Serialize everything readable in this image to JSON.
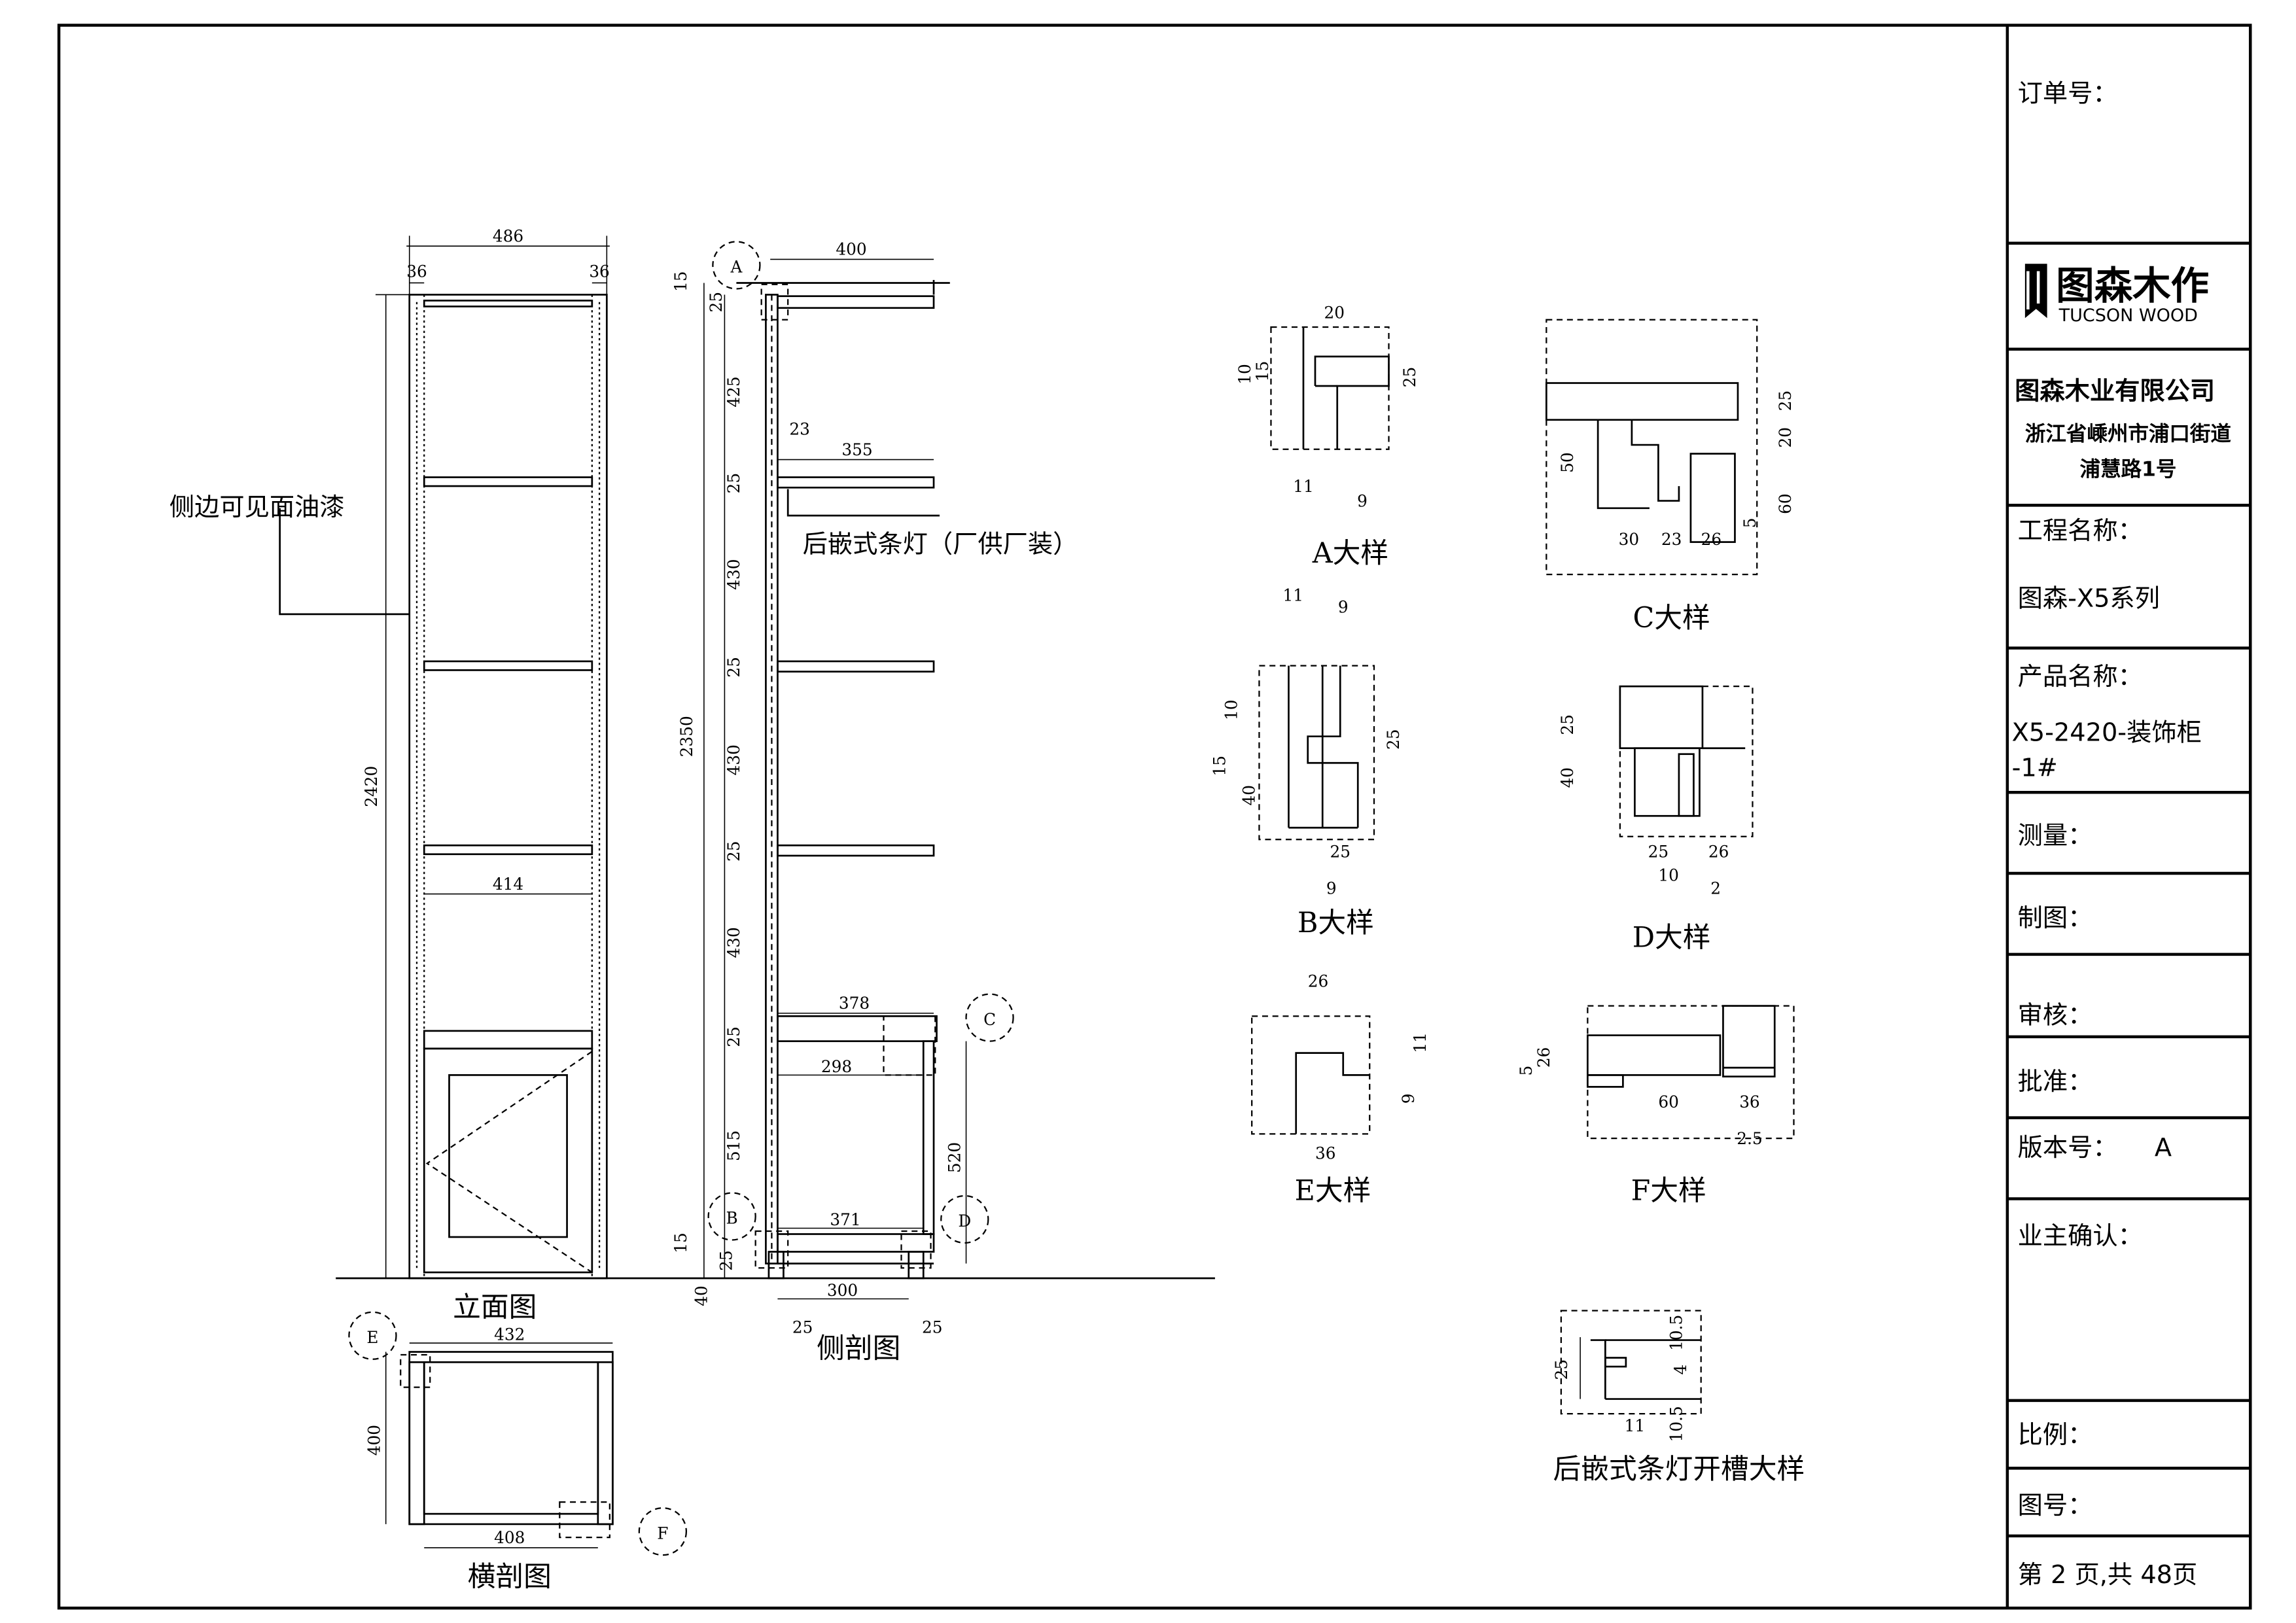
{
  "title_block": {
    "order_no_label": "订单号：",
    "logo_cn": "图森木作",
    "logo_en": "TUCSON WOOD",
    "company_name": "图森木业有限公司",
    "address_line1": "浙江省嵊州市浦口街道",
    "address_line2": "浦慧路1号",
    "project_label": "工程名称：",
    "project_value": "图森-X5系列",
    "product_label": "产品名称：",
    "product_value_line1": "X5-2420-装饰柜",
    "product_value_line2": "-1#",
    "measure_label": "测量：",
    "drafter_label": "制图：",
    "reviewer_label": "审核：",
    "approver_label": "批准：",
    "version_label": "版本号：",
    "version_value": "A",
    "owner_confirm_label": "业主确认：",
    "scale_label": "比例：",
    "drawing_no_label": "图号：",
    "page_info": "第 2 页,共 48页"
  },
  "views": {
    "elevation": {
      "title": "立面图",
      "note": "侧边可见面油漆",
      "dims": [
        "486",
        "36",
        "36",
        "2420",
        "414"
      ]
    },
    "side_section": {
      "title": "侧剖图",
      "note": "后嵌式条灯（厂供厂装）",
      "total_height": "2350",
      "dims": [
        "400",
        "15",
        "25",
        "425",
        "25",
        "430",
        "25",
        "430",
        "25",
        "430",
        "25",
        "515",
        "15",
        "25",
        "40",
        "23",
        "355",
        "378",
        "298",
        "371",
        "520",
        "300",
        "25",
        "25"
      ],
      "callouts": [
        "A",
        "B",
        "C",
        "D"
      ]
    },
    "plan_section": {
      "title": "横剖图",
      "dims": [
        "432",
        "400",
        "408"
      ],
      "callouts": [
        "E",
        "F"
      ]
    },
    "detail_a": {
      "title": "A大样",
      "dims": [
        "20",
        "10",
        "15",
        "25",
        "11",
        "9"
      ]
    },
    "detail_b": {
      "title": "B大样",
      "dims": [
        "11",
        "9",
        "10",
        "15",
        "40",
        "25",
        "25",
        "9"
      ]
    },
    "detail_c": {
      "title": "C大样",
      "dims": [
        "50",
        "30",
        "23",
        "26",
        "25",
        "20",
        "60",
        "5"
      ]
    },
    "detail_d": {
      "title": "D大样",
      "dims": [
        "25",
        "40",
        "25",
        "26",
        "10",
        "2"
      ]
    },
    "detail_e": {
      "title": "E大样",
      "dims": [
        "26",
        "36",
        "11",
        "9"
      ]
    },
    "detail_f": {
      "title": "F大样",
      "dims": [
        "26",
        "5",
        "60",
        "36",
        "2.5"
      ]
    },
    "detail_slot": {
      "title": "后嵌式条灯开槽大样",
      "dims": [
        "25",
        "10.5",
        "4",
        "10.5",
        "11"
      ]
    }
  }
}
